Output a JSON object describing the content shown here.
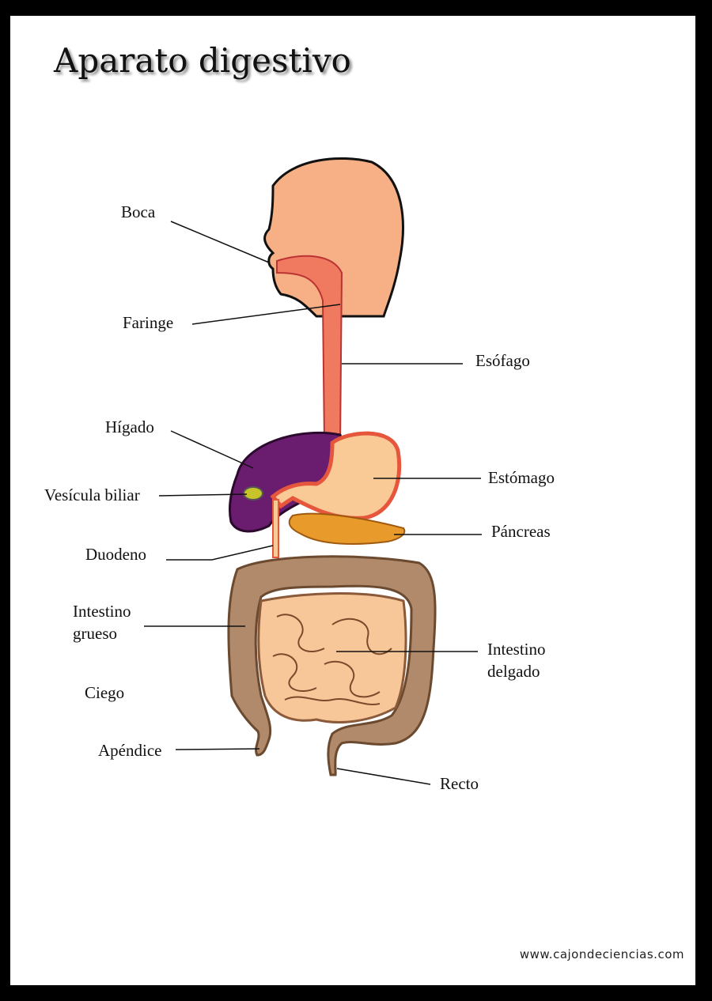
{
  "title": "Aparato digestivo",
  "labels": {
    "boca": "Boca",
    "faringe": "Faringe",
    "esofago": "Esófago",
    "higado": "Hígado",
    "estomago": "Estómago",
    "vesicula": "Vesícula biliar",
    "pancreas": "Páncreas",
    "duodeno": "Duodeno",
    "intestino_grueso_1": "Intestino",
    "intestino_grueso_2": "grueso",
    "intestino_delgado_1": "Intestino",
    "intestino_delgado_2": "delgado",
    "ciego": "Ciego",
    "apendice": "Apéndice",
    "recto": "Recto"
  },
  "footer": "www.cajondeciencias.com",
  "colors": {
    "skin": "#f7b086",
    "tract": "#f07a60",
    "liver": "#6a1d6e",
    "stomach": "#f9c996",
    "pancreas": "#e89a2a",
    "large_intestine": "#b08a6a",
    "small_intestine": "#f7c79a",
    "gallbladder": "#c7c32a"
  }
}
